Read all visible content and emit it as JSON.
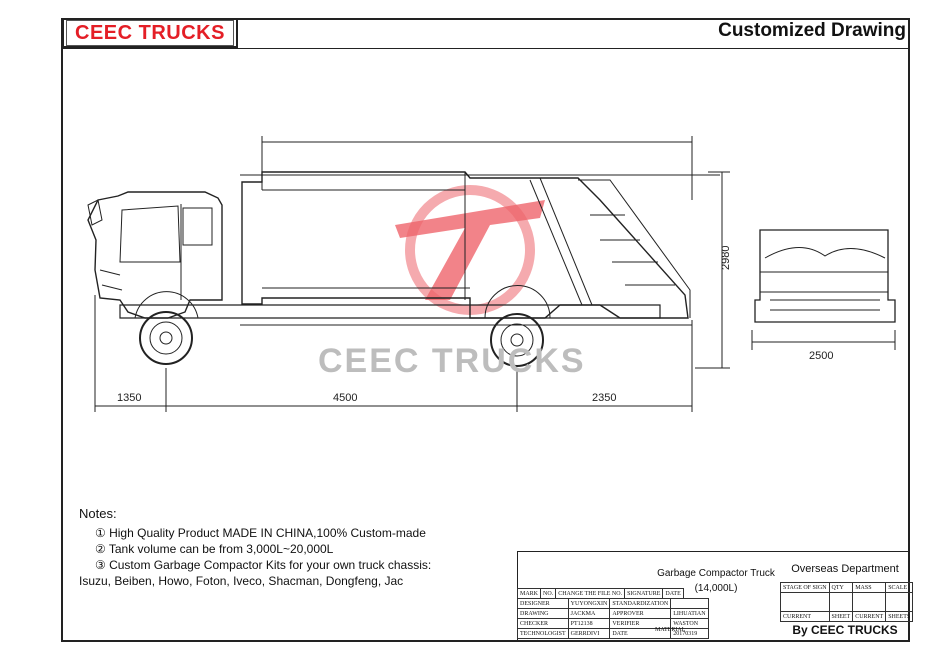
{
  "header": {
    "brand": "CEEC TRUCKS",
    "title": "Customized Drawing"
  },
  "watermark": "CEEC TRUCKS",
  "colors": {
    "brand_red": "#e41e26",
    "line": "#222222",
    "logo_red": "#e8313a"
  },
  "dimensions": {
    "overall_height": "2980",
    "overall_width": "2500",
    "front_overhang": "1350",
    "wheelbase": "4500",
    "rear_overhang": "2350"
  },
  "notes": {
    "heading": "Notes:",
    "items": [
      "① High Quality Product MADE IN CHINA,100% Custom-made",
      "② Tank volume can be from 3,000L~20,000L",
      "③ Custom  Garbage Compactor Kits for your own truck chassis:",
      "Isuzu, Beiben, Howo, Foton, Iveco, Shacman, Dongfeng, Jac"
    ]
  },
  "title_block": {
    "product_name": "Garbage Compactor Truck",
    "capacity": "(14,000L)",
    "department": "Overseas Department",
    "by": "By CEEC TRUCKS",
    "material_label": "MATERIAL",
    "rev_header": [
      "MARK",
      "NO.",
      "CHANGE THE FILE NO.",
      "SIGNATURE",
      "DATE"
    ],
    "rows": [
      [
        "DESIGNER",
        "YUYONGXIN",
        "STANDARDIZATION",
        ""
      ],
      [
        "DRAWING",
        "JACKMA",
        "APPROVER",
        "LIHUATIAN"
      ],
      [
        "CHECKER",
        "PT12138",
        "VERIFIER",
        "WASTON"
      ],
      [
        "TECHNOLOGIST",
        "GERRDIVI",
        "DATE",
        "20170319"
      ]
    ],
    "stage_header": [
      "STAGE OF SIGN",
      "QTY",
      "MASS",
      "SCALE"
    ],
    "sheet_labels": [
      "CURRENT",
      "SHEET",
      "CURRENT",
      "SHEETS"
    ]
  }
}
